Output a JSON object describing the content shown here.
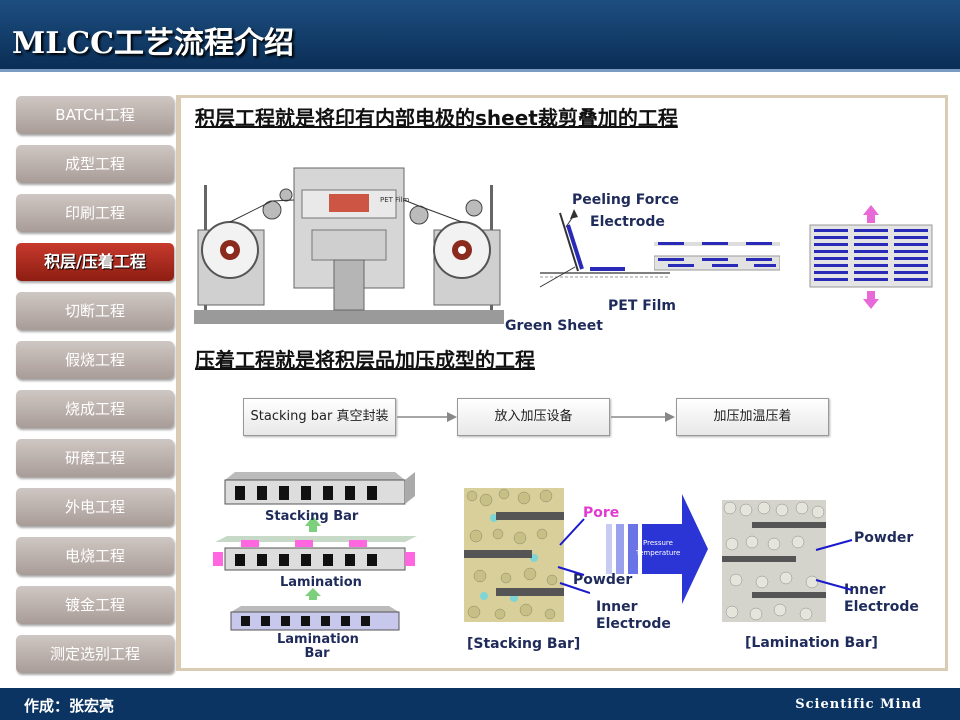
{
  "header": {
    "title": "MLCC工艺流程介绍"
  },
  "sidebar": {
    "items": [
      {
        "label": "BATCH工程"
      },
      {
        "label": "成型工程"
      },
      {
        "label": "印刷工程"
      },
      {
        "label": "积层/压着工程"
      },
      {
        "label": "切断工程"
      },
      {
        "label": "假烧工程"
      },
      {
        "label": "烧成工程"
      },
      {
        "label": "研磨工程"
      },
      {
        "label": "外电工程"
      },
      {
        "label": "电烧工程"
      },
      {
        "label": "镀金工程"
      },
      {
        "label": "测定选别工程"
      }
    ],
    "active_index": 3
  },
  "section1": {
    "title": "积层工程就是将印有内部电极的sheet裁剪叠加的工程",
    "machine_label": "PET Film",
    "peeling_force": "Peeling Force",
    "electrode": "Electrode",
    "pet_film": "PET Film",
    "green_sheet": "Green Sheet"
  },
  "section2": {
    "title": "压着工程就是将积层品加压成型的工程",
    "flow": [
      "Stacking bar 真空封装",
      "放入加压设备",
      "加压加温压着"
    ],
    "stacking_bar": "Stacking Bar",
    "lamination": "Lamination",
    "lamination_bar": "Lamination Bar",
    "pore": "Pore",
    "powder_left": "Powder",
    "inner_electrode_left": "Inner Electrode",
    "pressure_arrow": "Pressure Temperature",
    "powder_right": "Powder",
    "inner_electrode_right": "Inner Electrode",
    "caption_stacking": "[Stacking Bar]",
    "caption_lamination": "[Lamination Bar]"
  },
  "colors": {
    "header": "#0a2e56",
    "active": "#b32a1d",
    "electrode": "#2a2ab8",
    "accent": "#e83ec8"
  },
  "footer": {
    "author": "作成：张宏亮",
    "brand": "Scientific Mind"
  }
}
